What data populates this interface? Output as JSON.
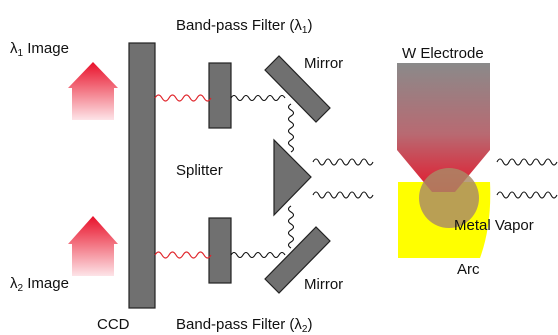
{
  "labels": {
    "filter_top": "Band-pass Filter (λ",
    "filter_top_sub": "1",
    "filter_bottom": "Band-pass Filter (λ",
    "filter_bottom_sub": "2",
    "image_top_lambda": "λ",
    "image_top_sub": "1",
    "image_top_word": " Image",
    "image_bottom_lambda": "λ",
    "image_bottom_sub": "2",
    "image_bottom_word": " Image",
    "mirror_top": "Mirror",
    "mirror_bottom": "Mirror",
    "splitter": "Splitter",
    "ccd": "CCD",
    "electrode": "W Electrode",
    "metal_vapor": "Metal Vapor",
    "arc": "Arc",
    "close_paren": ")"
  },
  "colors": {
    "component_fill": "#707070",
    "component_stroke": "#222222",
    "red_wave": "#e0242a",
    "black_wave": "#111111",
    "arc_yellow": "#ffff00",
    "vapor_brown": "#b0926e",
    "electrode_red": "#e01a2a",
    "electrode_gray": "#8c8c8c"
  }
}
